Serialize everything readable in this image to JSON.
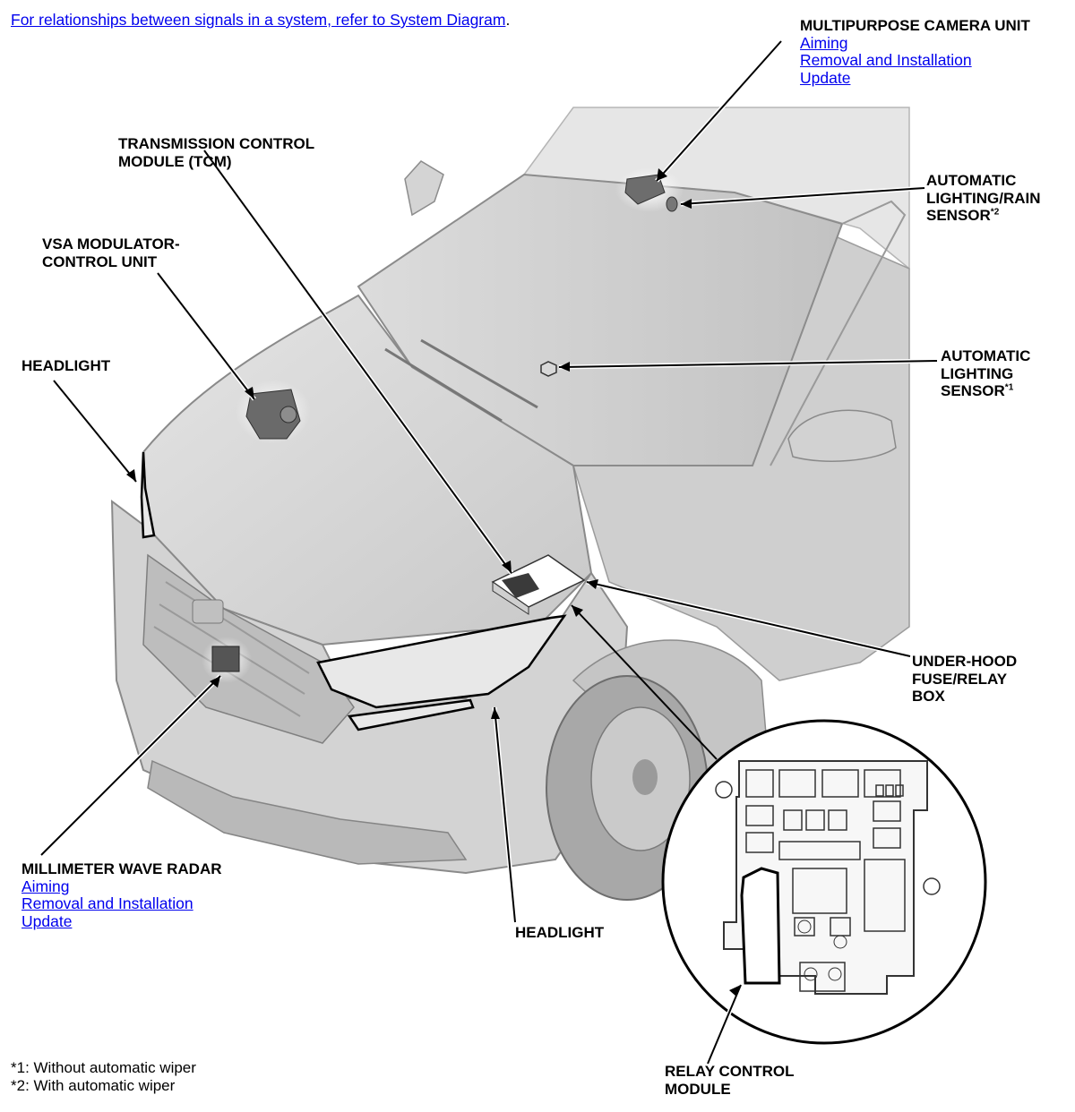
{
  "header": {
    "link_text": "For relationships between signals in a system, refer to System Diagram",
    "link_suffix": "."
  },
  "labels": {
    "multipurpose_camera": {
      "title": "MULTIPURPOSE CAMERA UNIT",
      "links": [
        "Aiming",
        "Removal and Installation",
        "Update"
      ]
    },
    "tcm": {
      "lines": [
        "TRANSMISSION CONTROL",
        "MODULE (TCM)"
      ]
    },
    "rain_sensor": {
      "lines": [
        "AUTOMATIC",
        "LIGHTING/RAIN",
        "SENSOR"
      ],
      "mark": "*2"
    },
    "vsa": {
      "lines": [
        "VSA MODULATOR-",
        "CONTROL UNIT"
      ]
    },
    "headlight_left": {
      "title": "HEADLIGHT"
    },
    "lighting_sensor": {
      "lines": [
        "AUTOMATIC",
        "LIGHTING",
        "SENSOR"
      ],
      "mark": "*1"
    },
    "fuse_box": {
      "lines": [
        "UNDER-HOOD",
        "FUSE/RELAY",
        "BOX"
      ]
    },
    "radar": {
      "title": "MILLIMETER WAVE RADAR",
      "links": [
        "Aiming",
        "Removal and Installation",
        "Update"
      ]
    },
    "headlight_bottom": {
      "title": "HEADLIGHT"
    },
    "relay_module": {
      "lines": [
        "RELAY CONTROL",
        "MODULE"
      ]
    }
  },
  "footnotes": [
    "*1: Without automatic wiper",
    "*2: With automatic wiper"
  ],
  "colors": {
    "link": "#0000ee",
    "car_fill": "#d6d6d6",
    "car_stroke": "#8a8a8a",
    "leader": "#000000"
  }
}
